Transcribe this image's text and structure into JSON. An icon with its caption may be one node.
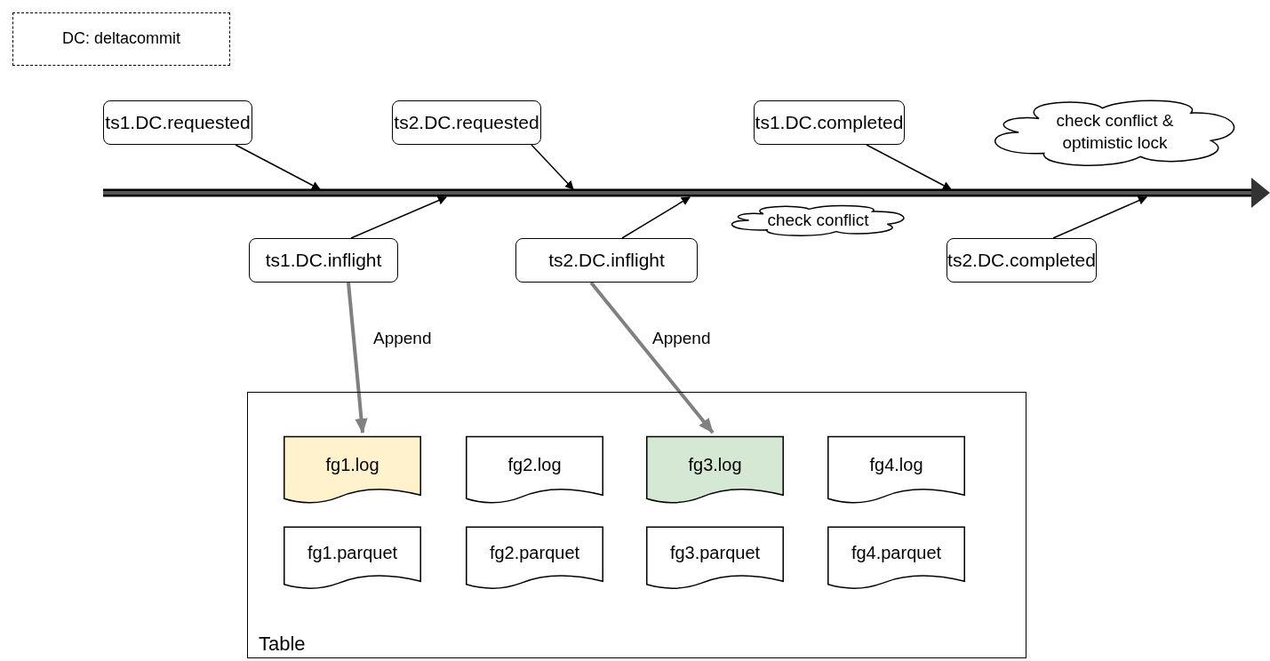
{
  "diagram": {
    "nodes": [
      {
        "text": [
          "DC: deltacommit"
        ]
      },
      {
        "text": [
          "ts1.DC.requested"
        ]
      },
      {
        "text": [
          "ts2.DC.requested"
        ]
      },
      {
        "text": [
          "ts1.DC.completed"
        ]
      },
      {
        "text": [
          "check conflict & optimistic lock"
        ]
      },
      {
        "text": [
          "ts1.DC.inflight"
        ]
      },
      {
        "text": [
          "ts2.DC.inflight"
        ]
      },
      {
        "text": [
          "check conflict"
        ]
      },
      {
        "text": [
          "ts2.DC.completed"
        ]
      },
      {
        "text": [
          "Table"
        ]
      },
      {
        "text": [
          "fg1.log"
        ],
        "in": 9
      },
      {
        "text": [
          "fg2.log"
        ],
        "in": 9
      },
      {
        "text": [
          "fg3.log"
        ],
        "in": 9
      },
      {
        "text": [
          "fg4.log"
        ],
        "in": 9
      },
      {
        "text": [
          "fg1.parquet"
        ],
        "in": 9
      },
      {
        "text": [
          "fg2.parquet"
        ],
        "in": 9
      },
      {
        "text": [
          "fg3.parquet"
        ],
        "in": 9
      },
      {
        "text": [
          "fg4.parquet"
        ],
        "in": 9
      }
    ],
    "edges": [
      {
        "from": 1,
        "to": null,
        "arrow": "to"
      },
      {
        "from": 2,
        "to": null,
        "arrow": "to"
      },
      {
        "from": 3,
        "to": null,
        "arrow": "to"
      },
      {
        "from": 5,
        "to": null,
        "arrow": "to"
      },
      {
        "from": 6,
        "to": null,
        "arrow": "to"
      },
      {
        "from": 8,
        "to": null,
        "arrow": "to"
      },
      {
        "from": 5,
        "to": 10,
        "arrow": "to",
        "label": "Append",
        "style": "thick",
        "color": "#808080"
      },
      {
        "from": 6,
        "to": 12,
        "arrow": "to",
        "label": "Append",
        "style": "thick",
        "color": "#808080"
      }
    ]
  }
}
